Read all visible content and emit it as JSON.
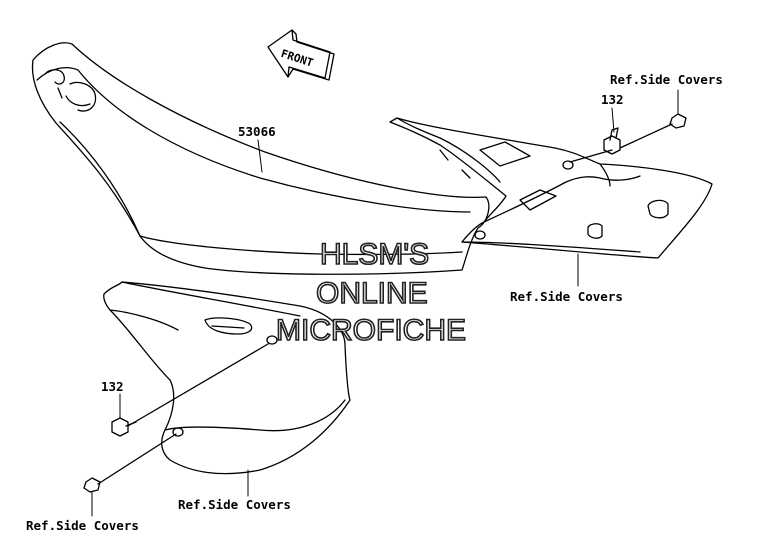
{
  "callouts": {
    "seat_part": "53066",
    "bolt_right": "132",
    "bolt_left": "132",
    "ref_top_right": "Ref.Side Covers",
    "ref_mid_right": "Ref.Side Covers",
    "ref_bottom_center": "Ref.Side Covers",
    "ref_bottom_left": "Ref.Side Covers"
  },
  "front_arrow": "FRONT",
  "watermark": {
    "line1": "HLSM'S",
    "line2": "ONLINE",
    "line3": "MICROFICHE"
  },
  "colors": {
    "line": "#000000",
    "background": "#ffffff",
    "watermark_outline": "#222222"
  }
}
